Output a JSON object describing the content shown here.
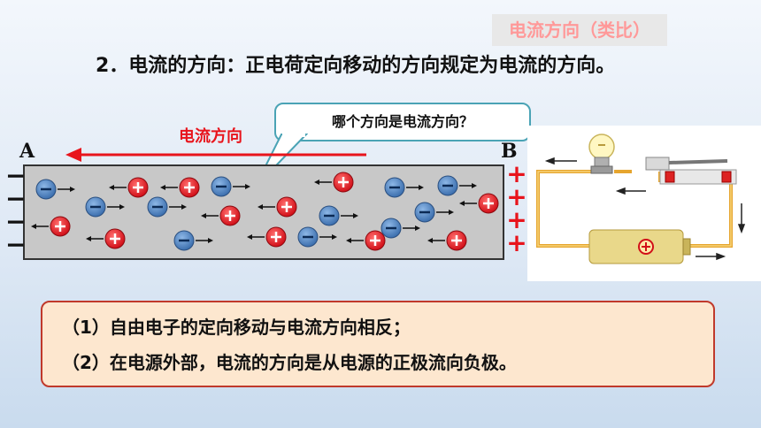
{
  "tag": "电流方向（类比）",
  "heading": "2．电流的方向：正电荷定向移动的方向规定为电流的方向。",
  "bubble": "哪个方向是电流方向？",
  "label_a": "A",
  "label_b": "B",
  "current_label": "电流方向",
  "neg_signs": [
    "−",
    "−",
    "−",
    "−"
  ],
  "pos_signs": [
    "+",
    "+",
    "+",
    "+"
  ],
  "summary": [
    "（1）自由电子的定向移动与电流方向相反；",
    "（2）在电源外部，电流的方向是从电源的正极流向负极。"
  ],
  "colors": {
    "positive": "#e8141c",
    "electron": "#4f86c6",
    "wire": "#f0b23c"
  }
}
